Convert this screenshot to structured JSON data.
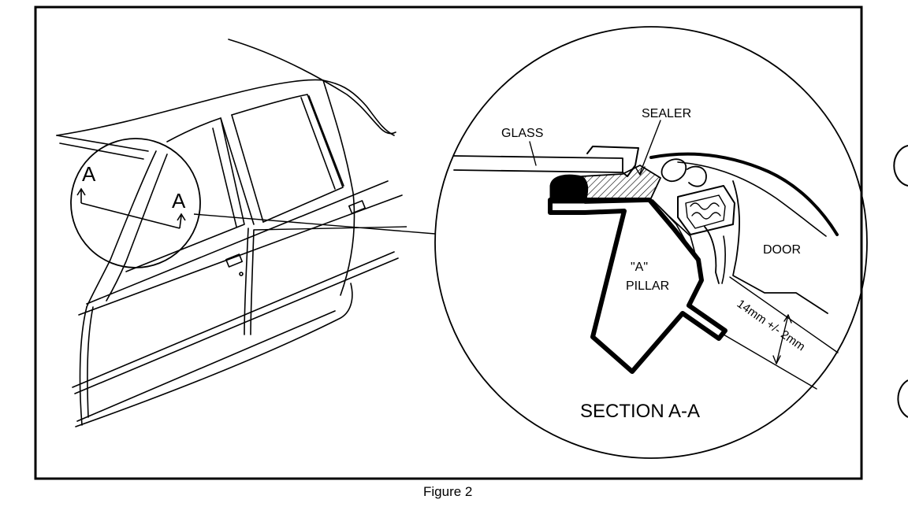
{
  "caption": "Figure 2",
  "section_title": "SECTION A-A",
  "labels": {
    "glass": "GLASS",
    "sealer": "SEALER",
    "door": "DOOR",
    "pillar_line1": "\"A\"",
    "pillar_line2": "PILLAR",
    "dimension": "14mm +/- 2mm"
  },
  "section_markers": {
    "left": "A",
    "right": "A"
  }
}
